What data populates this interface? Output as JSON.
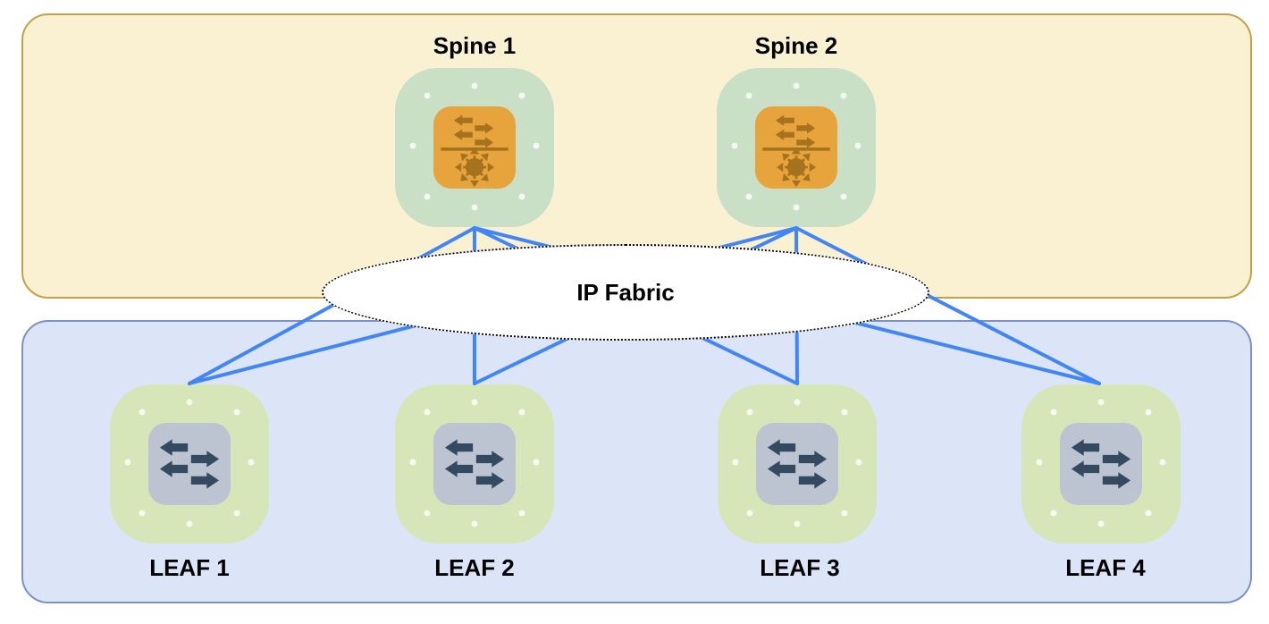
{
  "diagram_type": "spine-leaf network topology",
  "fabric": {
    "label": "IP Fabric"
  },
  "spines": [
    {
      "id": "spine1",
      "label": "Spine 1",
      "icon": "l3-switch-icon"
    },
    {
      "id": "spine2",
      "label": "Spine 2",
      "icon": "l3-switch-icon"
    }
  ],
  "leaves": [
    {
      "id": "leaf1",
      "label": "LEAF 1",
      "icon": "switch-icon"
    },
    {
      "id": "leaf2",
      "label": "LEAF 2",
      "icon": "switch-icon"
    },
    {
      "id": "leaf3",
      "label": "LEAF 3",
      "icon": "switch-icon"
    },
    {
      "id": "leaf4",
      "label": "LEAF 4",
      "icon": "switch-icon"
    }
  ],
  "links": [
    {
      "from": "Spine 1",
      "to": "LEAF 1"
    },
    {
      "from": "Spine 1",
      "to": "LEAF 2"
    },
    {
      "from": "Spine 1",
      "to": "LEAF 3"
    },
    {
      "from": "Spine 1",
      "to": "LEAF 4"
    },
    {
      "from": "Spine 2",
      "to": "LEAF 1"
    },
    {
      "from": "Spine 2",
      "to": "LEAF 2"
    },
    {
      "from": "Spine 2",
      "to": "LEAF 3"
    },
    {
      "from": "Spine 2",
      "to": "LEAF 4"
    }
  ],
  "colors": {
    "spine_zone_fill": "#faf0d2",
    "spine_zone_border": "#c2a14a",
    "leaf_zone_fill": "#dbe5f7",
    "leaf_zone_border": "#7d92c4",
    "spine_node_fill": "#c9dfc6",
    "leaf_node_fill": "#d6e6b8",
    "spine_chip_fill": "#e7a33c",
    "spine_icon_color": "#a6721e",
    "leaf_chip_fill": "#bcc3d1",
    "leaf_icon_color": "#334a61",
    "link_color": "#4285f4",
    "fabric_fill": "#ffffff",
    "fabric_border": "#000000",
    "label_color": "#000000"
  }
}
